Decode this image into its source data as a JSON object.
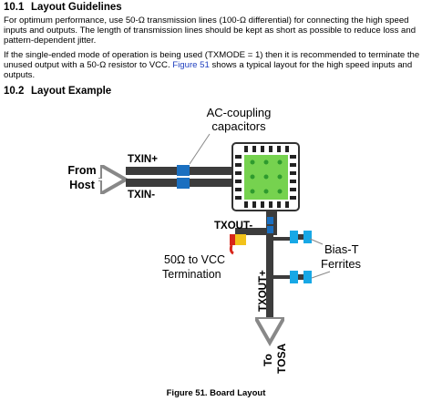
{
  "section1": {
    "number": "10.1",
    "title": "Layout Guidelines"
  },
  "para1": "For optimum performance, use 50-Ω transmission lines (100-Ω differential) for connecting the high speed inputs and outputs. The length of transmission lines should be kept as short as possible to reduce loss and pattern-dependent jitter.",
  "para2": {
    "before_link": "If the single-ended mode of operation is being used (TXMODE = 1) then it is recommended to terminate the unused output with a 50-Ω resistor to VCC.",
    "link": "Figure 51",
    "after_link": "shows a typical layout for the high speed inputs and outputs."
  },
  "section2": {
    "number": "10.2",
    "title": "Layout Example"
  },
  "figure": {
    "ac_coupling_1": "AC-coupling",
    "ac_coupling_2": "capacitors",
    "from_1": "From",
    "from_2": "Host",
    "txin_plus": "TXIN+",
    "txin_minus": "TXIN-",
    "txout_minus": "TXOUT-",
    "txout_plus": "TXOUT+",
    "termination_1": "50Ω  to VCC",
    "termination_2": "Termination",
    "bias_1": "Bias-T",
    "bias_2": "Ferrites",
    "to_tosa_1": "To",
    "to_tosa_2": "TOSA",
    "colors": {
      "trace": "#3c3c3c",
      "capacitor": "#1a6fc0",
      "ferrite": "#17a8e6",
      "pad_green": "#76d24f",
      "dot_green": "#2e9a2e",
      "resistor_red": "#d8261a",
      "resistor_yellow": "#f2c21a"
    }
  },
  "caption": "Figure 51.  Board Layout"
}
